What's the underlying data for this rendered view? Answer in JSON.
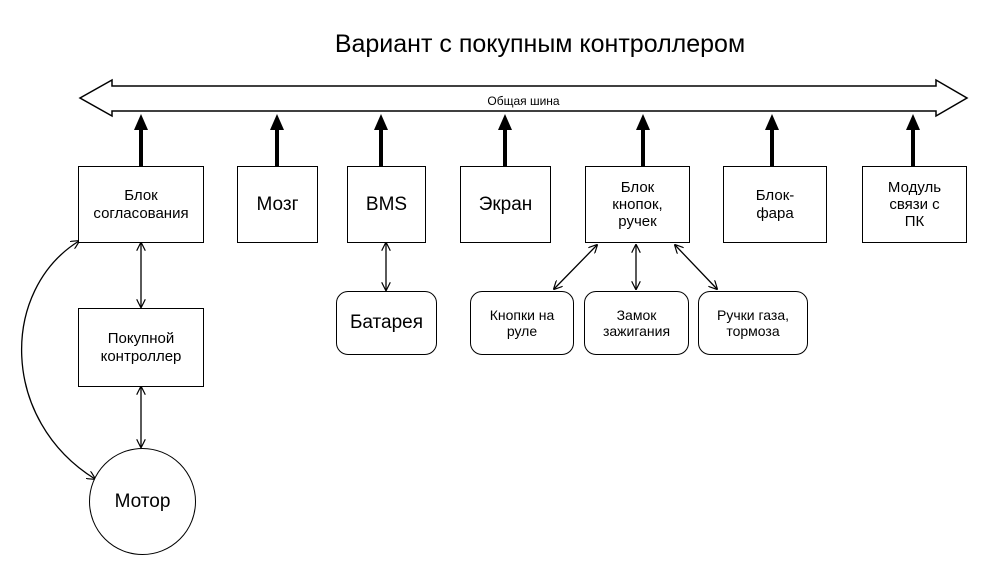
{
  "title": "Вариант с покупным контроллером",
  "bus": {
    "label": "Общая шина"
  },
  "bus_modules": [
    {
      "id": "sync",
      "label": "Блок\nсогласования"
    },
    {
      "id": "brain",
      "label": "Мозг"
    },
    {
      "id": "bms",
      "label": "BMS"
    },
    {
      "id": "screen",
      "label": "Экран"
    },
    {
      "id": "buttons",
      "label": "Блок\nкнопок,\nручек"
    },
    {
      "id": "headlight",
      "label": "Блок-\nфара"
    },
    {
      "id": "pc",
      "label": "Модуль\nсвязи с\nПК"
    }
  ],
  "controller": {
    "label": "Покупной\nконтроллер"
  },
  "battery": {
    "label": "Батарея"
  },
  "motor": {
    "label": "Мотор"
  },
  "inputs": [
    {
      "id": "wheel-buttons",
      "label": "Кнопки на\nруле"
    },
    {
      "id": "ignition",
      "label": "Замок\nзажигания"
    },
    {
      "id": "handles",
      "label": "Ручки газа,\nтормоза"
    }
  ]
}
